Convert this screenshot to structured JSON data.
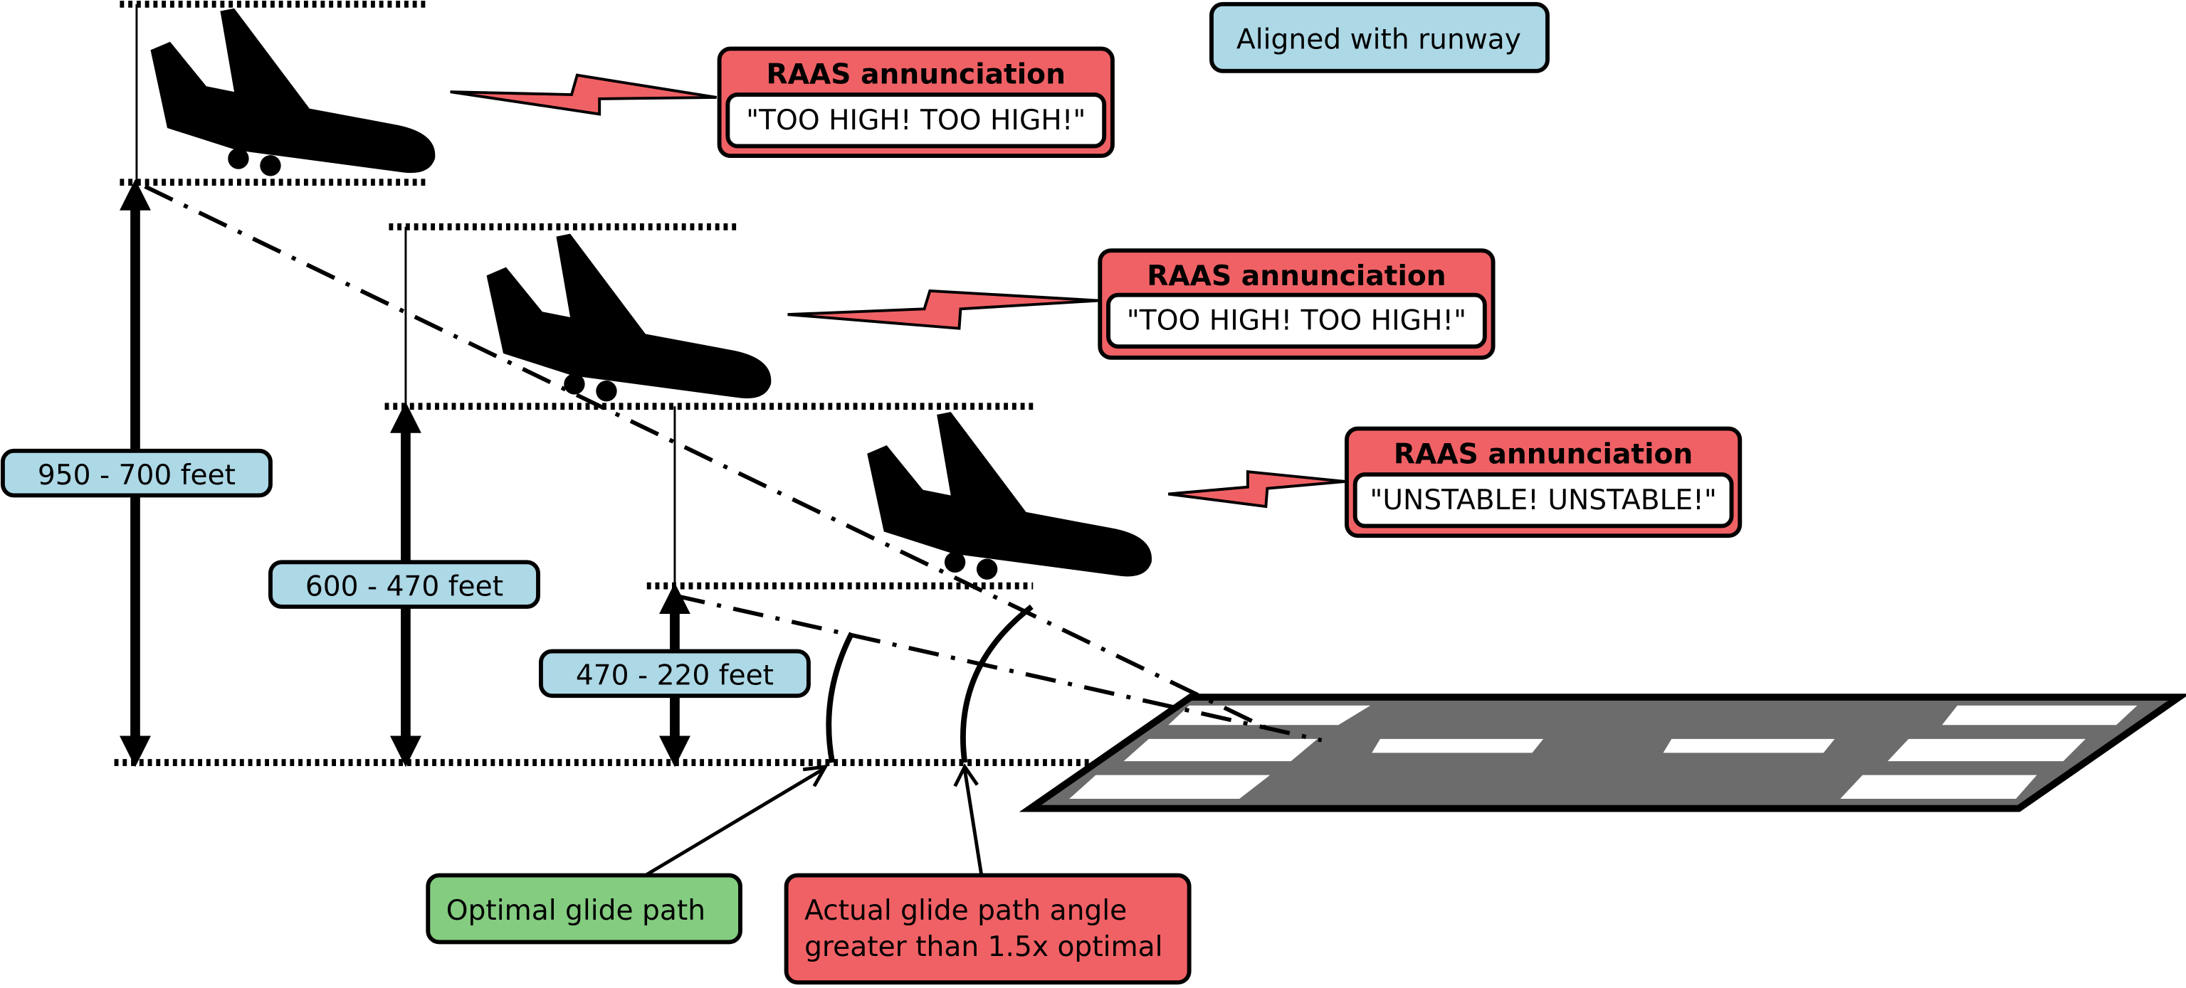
{
  "labels": {
    "aligned": "Aligned with runway",
    "range1": "950 - 700 feet",
    "range2": "600 - 470 feet",
    "range3": "470 - 220 feet",
    "optimal": "Optimal glide path",
    "actual_line1": "Actual glide path angle",
    "actual_line2": "greater than 1.5x optimal"
  },
  "annunciations": [
    {
      "title": "RAAS annunciation",
      "message": "\"TOO HIGH! TOO HIGH!\""
    },
    {
      "title": "RAAS annunciation",
      "message": "\"TOO HIGH! TOO HIGH!\""
    },
    {
      "title": "RAAS annunciation",
      "message": "\"UNSTABLE! UNSTABLE!\""
    }
  ],
  "colors": {
    "label_blue": "#add8e6",
    "alert_red": "#f06165",
    "optimal_green": "#84cc80",
    "runway_gray": "#6c6c6c",
    "ink": "#000000"
  },
  "icons": [
    "airplane-icon",
    "lightning-icon",
    "runway-icon"
  ]
}
